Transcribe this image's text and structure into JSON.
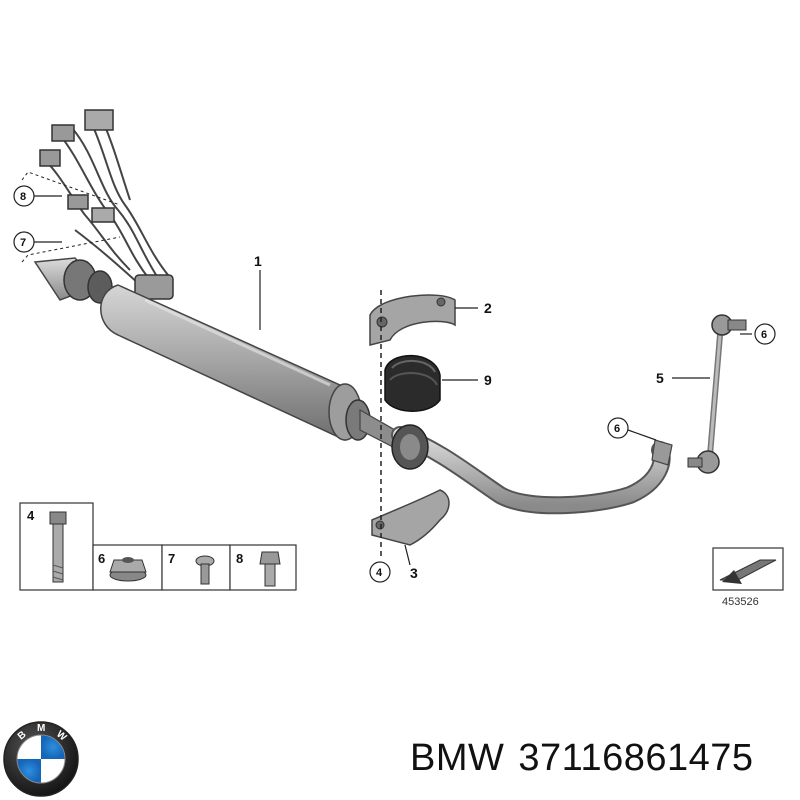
{
  "diagram": {
    "callouts": {
      "c1": "1",
      "c2": "2",
      "c3": "3",
      "c4": "4",
      "c5": "5",
      "c6a": "6",
      "c6b": "6",
      "c7": "7",
      "c8": "8",
      "c9": "9"
    },
    "parts_inset": {
      "p4": "4",
      "p6": "6",
      "p7": "7",
      "p8": "8"
    },
    "reference_number": "453526"
  },
  "logo": {
    "letters": [
      "B",
      "M",
      "W"
    ]
  },
  "caption": {
    "brand": "BMW",
    "part_number": "37116861475"
  }
}
